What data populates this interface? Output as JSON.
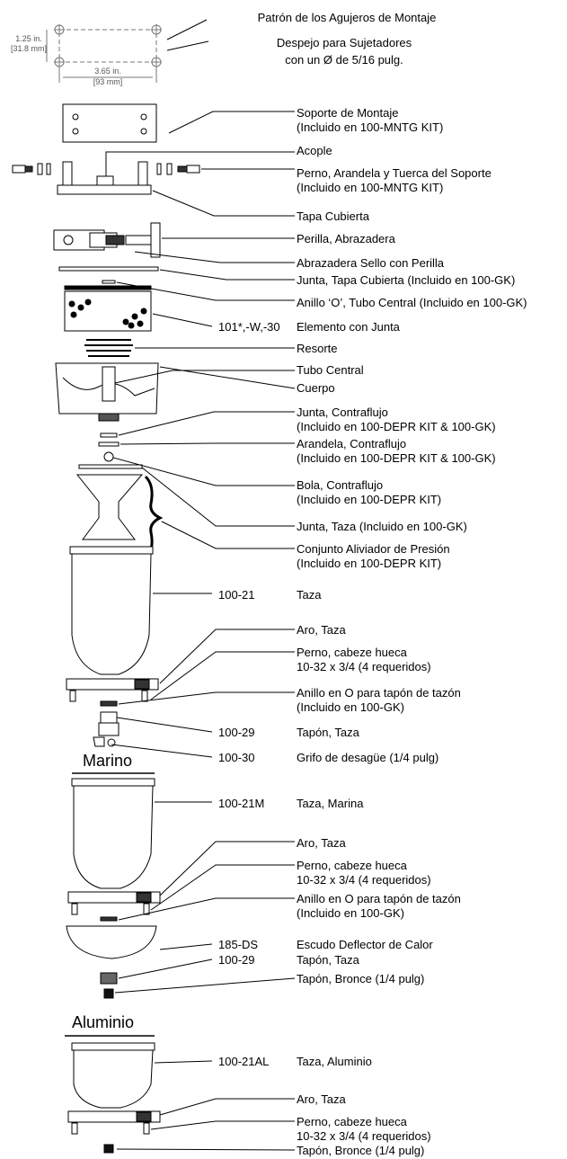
{
  "header": {
    "title": "Patrón de los Agujeros de Montaje",
    "subtitle_1": "Despejo para Sujetadores",
    "subtitle_2": "con un Ø de 5/16 pulg.",
    "dim_height": "1.25 in.",
    "dim_height_mm": "[31.8 mm]",
    "dim_width": "3.65 in.",
    "dim_width_mm": "[93 mm]"
  },
  "sections": {
    "marine": "Marino",
    "aluminum": "Aluminio"
  },
  "callouts": [
    {
      "part": "",
      "desc": [
        "Soporte de Montaje",
        "(Incluido en 100-MNTG KIT)"
      ]
    },
    {
      "part": "",
      "desc": [
        "Acople"
      ]
    },
    {
      "part": "",
      "desc": [
        "Perno, Arandela y Tuerca del Soporte",
        "(Incluido en 100-MNTG KIT)"
      ]
    },
    {
      "part": "",
      "desc": [
        "Tapa Cubierta"
      ]
    },
    {
      "part": "",
      "desc": [
        "Perilla, Abrazadera"
      ]
    },
    {
      "part": "",
      "desc": [
        "Abrazadera Sello con Perilla"
      ]
    },
    {
      "part": "",
      "desc": [
        "Junta, Tapa Cubierta (Incluido en 100-GK)"
      ]
    },
    {
      "part": "",
      "desc": [
        "Anillo ‘O’, Tubo Central (Incluido en 100-GK)"
      ]
    },
    {
      "part": "101*,-W,-30",
      "desc": [
        "Elemento con Junta"
      ]
    },
    {
      "part": "",
      "desc": [
        "Resorte"
      ]
    },
    {
      "part": "",
      "desc": [
        "Tubo Central"
      ]
    },
    {
      "part": "",
      "desc": [
        "Cuerpo"
      ]
    },
    {
      "part": "",
      "desc": [
        "Junta, Contraflujo",
        "(Incluido en 100-DEPR KIT & 100-GK)"
      ]
    },
    {
      "part": "",
      "desc": [
        "Arandela, Contraflujo",
        "(Incluido en 100-DEPR KIT & 100-GK)"
      ]
    },
    {
      "part": "",
      "desc": [
        "Bola, Contraflujo",
        "(Incluido en 100-DEPR KIT)"
      ]
    },
    {
      "part": "",
      "desc": [
        "Junta, Taza (Incluido en 100-GK)"
      ]
    },
    {
      "part": "",
      "desc": [
        "Conjunto Aliviador de Presión",
        "(Incluido en 100-DEPR KIT)"
      ]
    },
    {
      "part": "100-21",
      "desc": [
        "Taza"
      ]
    },
    {
      "part": "",
      "desc": [
        "Aro, Taza"
      ]
    },
    {
      "part": "",
      "desc": [
        "Perno, cabeze hueca",
        "10-32 x 3/4 (4 requeridos)"
      ]
    },
    {
      "part": "",
      "desc": [
        "Anillo en O para tapón de tazón",
        "(Incluido en 100-GK)"
      ]
    },
    {
      "part": "100-29",
      "desc": [
        "Tapón, Taza"
      ]
    },
    {
      "part": "100-30",
      "desc": [
        "Grifo de desagüe (1/4 pulg)"
      ]
    },
    {
      "part": "100-21M",
      "desc": [
        "Taza, Marina"
      ]
    },
    {
      "part": "",
      "desc": [
        "Aro, Taza"
      ]
    },
    {
      "part": "",
      "desc": [
        "Perno, cabeze hueca",
        "10-32 x 3/4 (4 requeridos)"
      ]
    },
    {
      "part": "",
      "desc": [
        "Anillo en O para tapón de tazón",
        "(Incluido en 100-GK)"
      ]
    },
    {
      "part": "185-DS",
      "desc": [
        "Escudo Deflector de Calor"
      ]
    },
    {
      "part": "100-29",
      "desc": [
        "Tapón, Taza"
      ]
    },
    {
      "part": "",
      "desc": [
        "Tapón, Bronce (1/4 pulg)"
      ]
    },
    {
      "part": "100-21AL",
      "desc": [
        "Taza, Aluminio"
      ]
    },
    {
      "part": "",
      "desc": [
        "Aro, Taza"
      ]
    },
    {
      "part": "",
      "desc": [
        "Perno, cabeze hueca",
        "10-32 x 3/4 (4 requeridos)"
      ]
    },
    {
      "part": "",
      "desc": [
        "Tapón, Bronce (1/4 pulg)"
      ]
    }
  ]
}
